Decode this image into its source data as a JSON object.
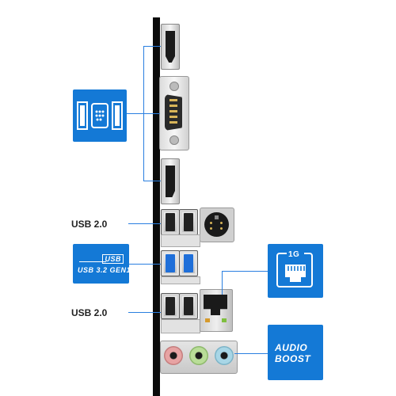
{
  "labels": {
    "usb2_top": "USB 2.0",
    "usb2_bottom": "USB 2.0",
    "usb_logo_small": "USB",
    "usb32": "USB 3.2 GEN1",
    "lan_speed": "1G",
    "audio_line1": "AUDIO",
    "audio_line2": "BOOST"
  },
  "colors": {
    "accent_blue": "#1479d6",
    "panel_black": "#0b0b0b",
    "usb3_blue": "#1f6fd9"
  },
  "icons": {
    "display_tile": "display-ports-icon",
    "lan_tile": "ethernet-port-icon"
  }
}
